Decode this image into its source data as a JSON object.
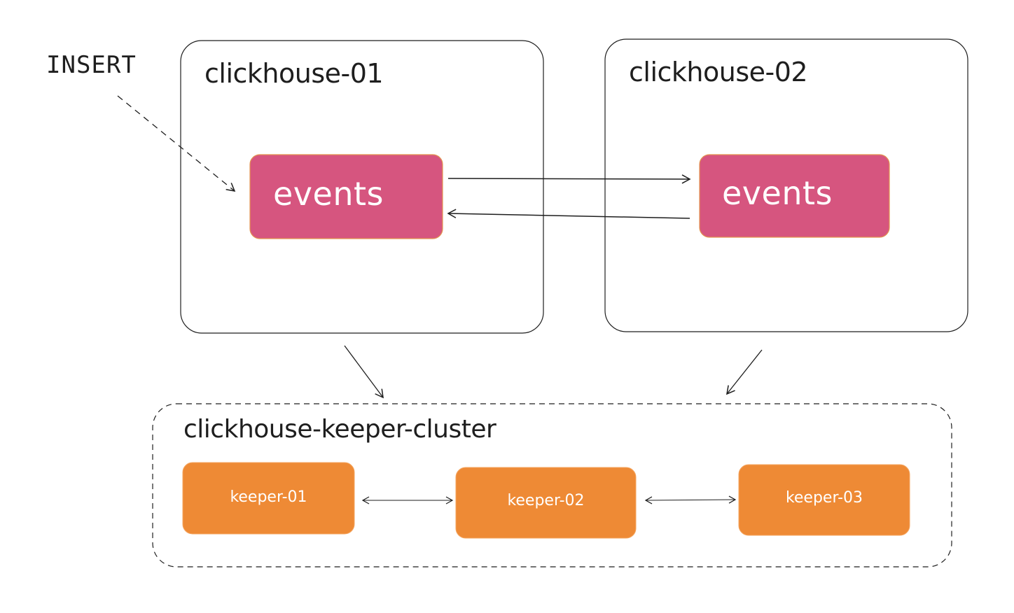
{
  "insert_label": "INSERT",
  "servers": [
    {
      "name": "clickhouse-01",
      "table": "events"
    },
    {
      "name": "clickhouse-02",
      "table": "events"
    }
  ],
  "keeper_cluster": {
    "name": "clickhouse-keeper-cluster",
    "nodes": [
      "keeper-01",
      "keeper-02",
      "keeper-03"
    ]
  },
  "colors": {
    "table_fill": "#d6557f",
    "keeper_fill": "#ee8a35",
    "stroke": "#1e1e1e",
    "table_text": "#ffffff"
  }
}
